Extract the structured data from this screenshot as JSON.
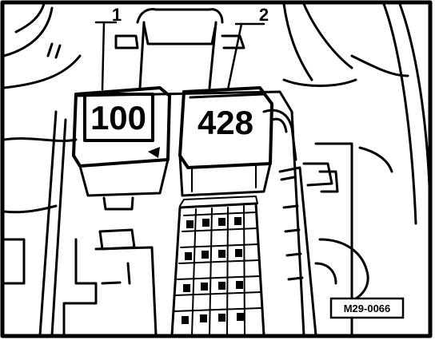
{
  "callouts": [
    {
      "number": "1"
    },
    {
      "number": "2"
    }
  ],
  "relays": [
    {
      "code": "100"
    },
    {
      "code": "428"
    }
  ],
  "figure_ref": "M29-0066",
  "colors": {
    "ink": "#000000",
    "paper": "#ffffff",
    "hatch": "#777777"
  }
}
